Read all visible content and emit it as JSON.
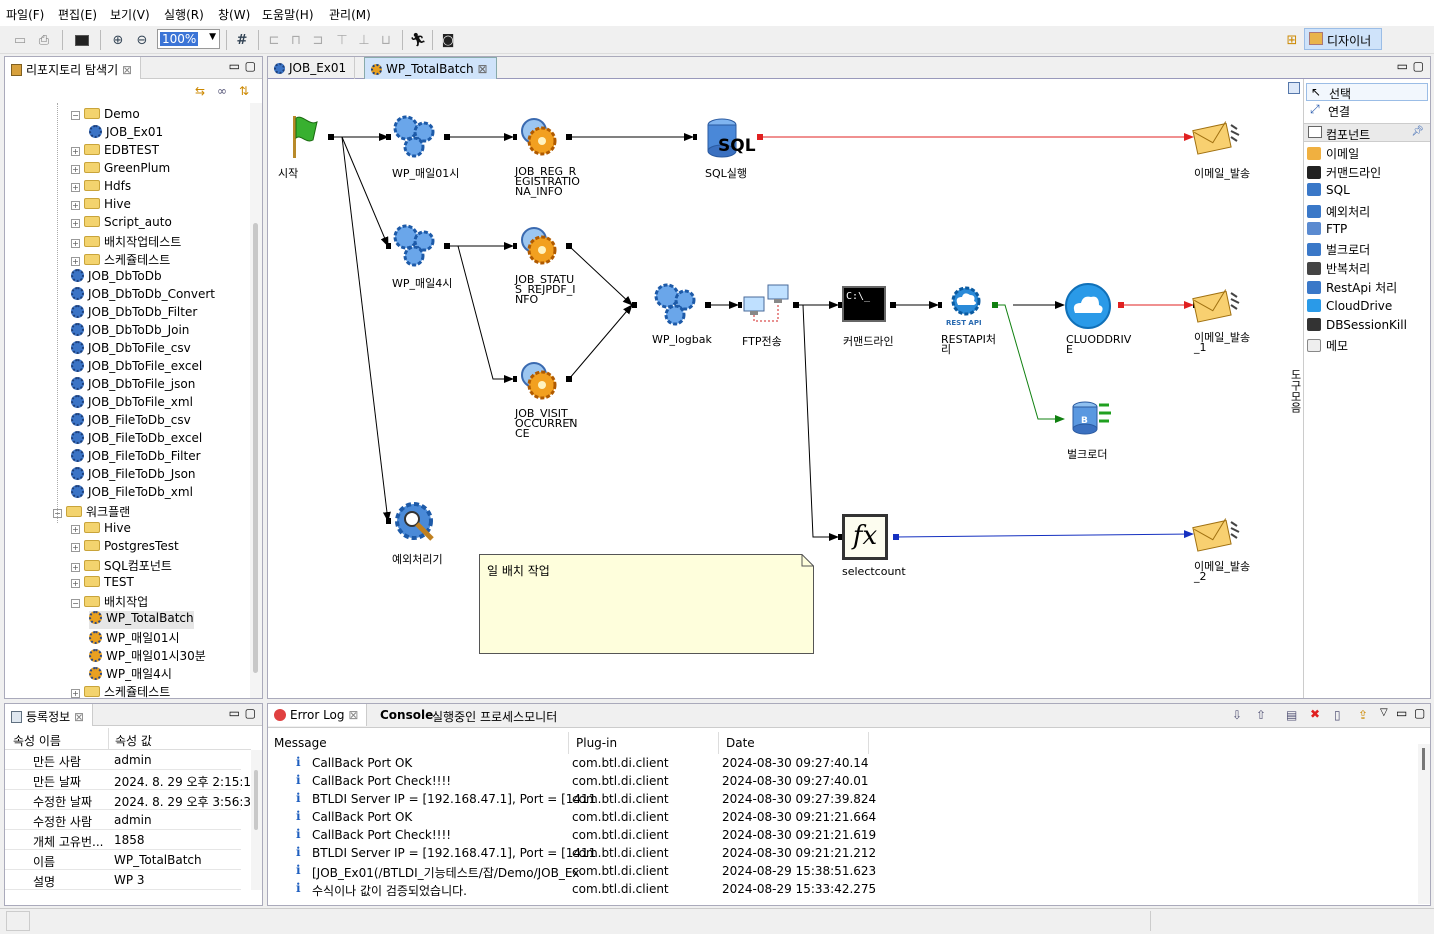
{
  "menu": [
    "파일(F)",
    "편집(E)",
    "보기(V)",
    "실행(R)",
    "창(W)",
    "도움말(H)",
    "관리(M)"
  ],
  "toolbar": {
    "zoom": "100%",
    "perspective": "디자이너"
  },
  "repo": {
    "title": "리포지토리 탐색기",
    "items": [
      {
        "label": "Demo",
        "type": "folder-open",
        "indent": 0
      },
      {
        "label": "JOB_Ex01",
        "type": "job",
        "indent": 1
      },
      {
        "label": "EDBTEST",
        "type": "folder",
        "indent": 0
      },
      {
        "label": "GreenPlum",
        "type": "folder",
        "indent": 0
      },
      {
        "label": "Hdfs",
        "type": "folder",
        "indent": 0
      },
      {
        "label": "Hive",
        "type": "folder",
        "indent": 0
      },
      {
        "label": "Script_auto",
        "type": "folder",
        "indent": 0
      },
      {
        "label": "배치작업테스트",
        "type": "folder",
        "indent": 0
      },
      {
        "label": "스케쥴테스트",
        "type": "folder",
        "indent": 0
      },
      {
        "label": "JOB_DbToDb",
        "type": "job",
        "indent": 0
      },
      {
        "label": "JOB_DbToDb_Convert",
        "type": "job",
        "indent": 0
      },
      {
        "label": "JOB_DbToDb_Filter",
        "type": "job",
        "indent": 0
      },
      {
        "label": "JOB_DbToDb_Join",
        "type": "job",
        "indent": 0
      },
      {
        "label": "JOB_DbToFile_csv",
        "type": "job",
        "indent": 0
      },
      {
        "label": "JOB_DbToFile_excel",
        "type": "job",
        "indent": 0
      },
      {
        "label": "JOB_DbToFile_json",
        "type": "job",
        "indent": 0
      },
      {
        "label": "JOB_DbToFile_xml",
        "type": "job",
        "indent": 0
      },
      {
        "label": "JOB_FileToDb_csv",
        "type": "job",
        "indent": 0
      },
      {
        "label": "JOB_FileToDb_excel",
        "type": "job",
        "indent": 0
      },
      {
        "label": "JOB_FileToDb_Filter",
        "type": "job",
        "indent": 0
      },
      {
        "label": "JOB_FileToDb_Json",
        "type": "job",
        "indent": 0
      },
      {
        "label": "JOB_FileToDb_xml",
        "type": "job",
        "indent": 0
      },
      {
        "label": "워크플랜",
        "type": "folder-open",
        "indent": -1
      },
      {
        "label": "Hive",
        "type": "folder",
        "indent": 0
      },
      {
        "label": "PostgresTest",
        "type": "folder",
        "indent": 0
      },
      {
        "label": "SQL컴포넌트",
        "type": "folder",
        "indent": 0
      },
      {
        "label": "TEST",
        "type": "folder",
        "indent": 0
      },
      {
        "label": "배치작업",
        "type": "folder-open",
        "indent": 0
      },
      {
        "label": "WP_TotalBatch",
        "type": "wp",
        "indent": 1
      },
      {
        "label": "WP_매일01시",
        "type": "wp",
        "indent": 1
      },
      {
        "label": "WP_매일01시30분",
        "type": "wp",
        "indent": 1
      },
      {
        "label": "WP_매일4시",
        "type": "wp",
        "indent": 1
      },
      {
        "label": "스케쥴테스트",
        "type": "folder",
        "indent": 0
      }
    ]
  },
  "editor": {
    "tabs": [
      "JOB_Ex01",
      "WP_TotalBatch"
    ],
    "nodes": {
      "start": "시작",
      "wp01": "WP_매일01시",
      "job_reg": "JOB_REG_R\nEGISTRATIO\nNA_INFO",
      "sql": "SQL실행",
      "mail1": "이메일_발송",
      "wp4": "WP_매일4시",
      "job_status": "JOB_STATU\nS_REJPDF_I\nNFO",
      "logbak": "WP_logbak",
      "ftp": "FTP전송",
      "cmd": "커맨드라인",
      "rest": "RESTAPI처\n리",
      "cloud": "CLUODDRIV\nE",
      "mail2": "이메일_발송\n_1",
      "bulk": "벌크로더",
      "job_visit": "JOB_VISIT_\nOCCURREN\nCE",
      "exc": "예외처리기",
      "selectcount": "selectcount",
      "mail3": "이메일_발송\n_2",
      "note": "일 배치 작업",
      "cmd_text": "C:\\_",
      "sql_text": "SQL",
      "rest_text": "REST API",
      "fx_text": "fx",
      "bulk_text": "B"
    }
  },
  "palette": {
    "title": "도구모음",
    "select": "선택",
    "connect": "연결",
    "components": "컴포넌트",
    "items": [
      "이메일",
      "커맨드라인",
      "SQL",
      "예외처리",
      "FTP",
      "벌크로더",
      "반복처리",
      "RestApi 처리",
      "CloudDrive",
      "DBSessionKill",
      "메모"
    ]
  },
  "props": {
    "title": "등록정보",
    "col_name": "속성 이름",
    "col_value": "속성 값",
    "rows": [
      [
        "만든 사람",
        "admin"
      ],
      [
        "만든 날짜",
        "2024. 8. 29 오후 2:15:1"
      ],
      [
        "수정한 날짜",
        "2024. 8. 29 오후 3:56:3"
      ],
      [
        "수정한 사람",
        "admin"
      ],
      [
        "개체 고유번...",
        "1858"
      ],
      [
        "이름",
        "WP_TotalBatch"
      ],
      [
        "설명",
        "WP 3"
      ]
    ]
  },
  "log": {
    "tabs": [
      "Error Log",
      "Console",
      "실행중인 프로세스모니터"
    ],
    "headers": [
      "Message",
      "Plug-in",
      "Date"
    ],
    "rows": [
      [
        "CallBack Port OK",
        "com.btl.di.client",
        "2024-08-30 09:27:40.14"
      ],
      [
        "CallBack Port Check!!!!",
        "com.btl.di.client",
        "2024-08-30 09:27:40.01"
      ],
      [
        "BTLDI Server IP = [192.168.47.1],  Port = [1411",
        "com.btl.di.client",
        "2024-08-30 09:27:39.824"
      ],
      [
        "CallBack Port OK",
        "com.btl.di.client",
        "2024-08-30 09:21:21.664"
      ],
      [
        "CallBack Port Check!!!!",
        "com.btl.di.client",
        "2024-08-30 09:21:21.619"
      ],
      [
        "BTLDI Server IP = [192.168.47.1],  Port = [1411",
        "com.btl.di.client",
        "2024-08-30 09:21:21.212"
      ],
      [
        "[JOB_Ex01(/BTLDI_기능테스트/잡/Demo/JOB_Ex",
        "com.btl.di.client",
        "2024-08-29 15:38:51.623"
      ],
      [
        "수식이나 값이 검증되었습니다.",
        "com.btl.di.client",
        "2024-08-29 15:33:42.275"
      ]
    ]
  },
  "colors": {
    "accent": "#cfe3fa",
    "red_link": "#e02020",
    "blue_link": "#1530c0",
    "green_link": "#108010",
    "note_bg": "#fefedc"
  }
}
